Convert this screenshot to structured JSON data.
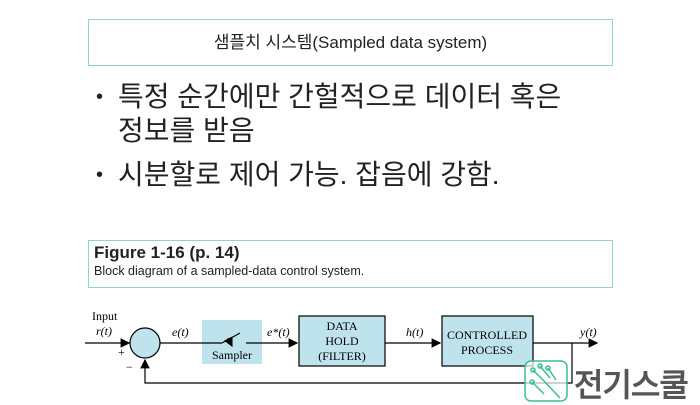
{
  "slide": {
    "title": "샘플치 시스템(Sampled data system)",
    "bullets": [
      {
        "line1": "특정 순간에만 간헐적으로 데이터 혹은",
        "line2": "정보를 받음"
      },
      {
        "line1": "시분할로 제어 가능. 잡음에 강함."
      }
    ],
    "figure": {
      "title": "Figure 1-16  (p. 14)",
      "caption": "Block diagram of a sampled-data control system."
    }
  },
  "diagram": {
    "input_label": "Input",
    "input_signal": "r(t)",
    "plus": "+",
    "minus": "−",
    "error": "e(t)",
    "sampler": "Sampler",
    "sampled": "e*(t)",
    "hold": [
      "DATA",
      "HOLD",
      "(FILTER)"
    ],
    "hold_out": "h(t)",
    "process": [
      "CONTROLLED",
      "PROCESS"
    ],
    "output": "y(t)",
    "block_color": "#bfe3ec"
  },
  "watermark": {
    "text": "전기스쿨",
    "color": "#3cbf8f"
  }
}
